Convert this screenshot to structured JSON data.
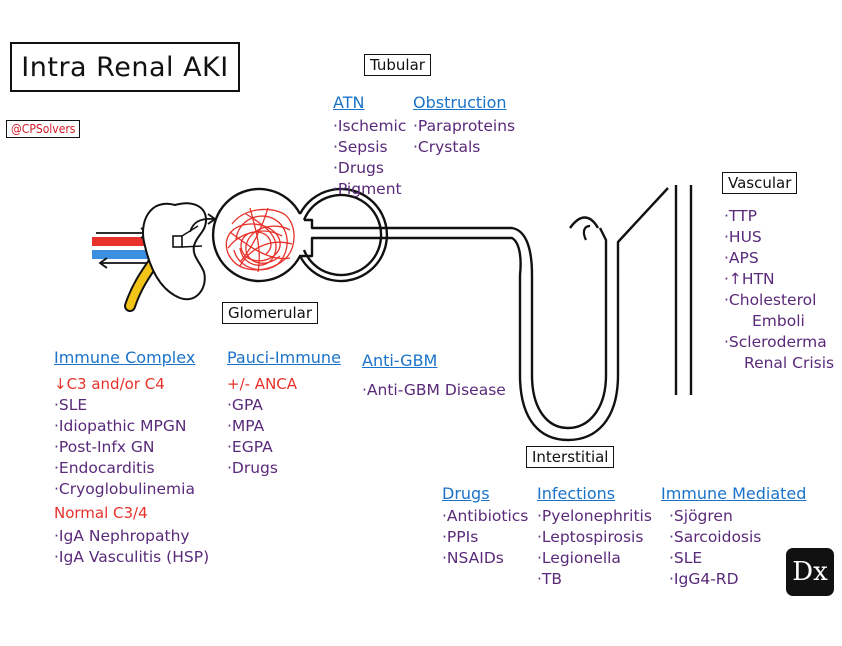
{
  "title": "Intra Renal AKI",
  "handle": "@CPSolvers",
  "badge": "Dx",
  "tubular": {
    "label": "Tubular",
    "atn": {
      "heading": "ATN",
      "items": [
        "·Ischemic",
        "·Sepsis",
        "·Drugs",
        "·Pigment"
      ]
    },
    "obstruction": {
      "heading": "Obstruction",
      "items": [
        "·Paraproteins",
        "·Crystals"
      ]
    }
  },
  "vascular": {
    "label": "Vascular",
    "items": [
      "·TTP",
      "·HUS",
      "·APS",
      "·↑HTN",
      "·Cholesterol",
      "Emboli",
      "·Scleroderma",
      "Renal Crisis"
    ]
  },
  "glomerular": {
    "label": "Glomerular",
    "immune_complex": {
      "heading": "Immune Complex",
      "low_label": "↓C3 and/or C4",
      "low_items": [
        "·SLE",
        "·Idiopathic MPGN",
        "·Post-Infx GN",
        "·Endocarditis",
        "·Cryoglobulinemia"
      ],
      "normal_label": "Normal C3/4",
      "normal_items": [
        "·IgA Nephropathy",
        "·IgA Vasculitis (HSP)"
      ]
    },
    "pauci_immune": {
      "heading": "Pauci-Immune",
      "anca_label": "+/- ANCA",
      "items": [
        "·GPA",
        "·MPA",
        "·EGPA",
        "·Drugs"
      ]
    },
    "anti_gbm": {
      "heading": "Anti-GBM",
      "items": [
        "·Anti-GBM Disease"
      ]
    }
  },
  "interstitial": {
    "label": "Interstitial",
    "drugs": {
      "heading": "Drugs",
      "items": [
        "·Antibiotics",
        "·PPIs",
        "·NSAIDs"
      ]
    },
    "infections": {
      "heading": "Infections",
      "items": [
        "·Pyelonephritis",
        "·Leptospirosis",
        "·Legionella",
        "·TB"
      ]
    },
    "immune_mediated": {
      "heading": "Immune Mediated",
      "items": [
        "·Sjögren",
        "·Sarcoidosis",
        "·SLE",
        "·IgG4-RD"
      ]
    }
  },
  "colors": {
    "heading_blue": "#1a73c9",
    "item_purple": "#5a2a7a",
    "accent_red": "#e8312b",
    "artery_red": "#e8312b",
    "vein_blue": "#3b8fe0",
    "ureter_yellow": "#f2c417"
  }
}
